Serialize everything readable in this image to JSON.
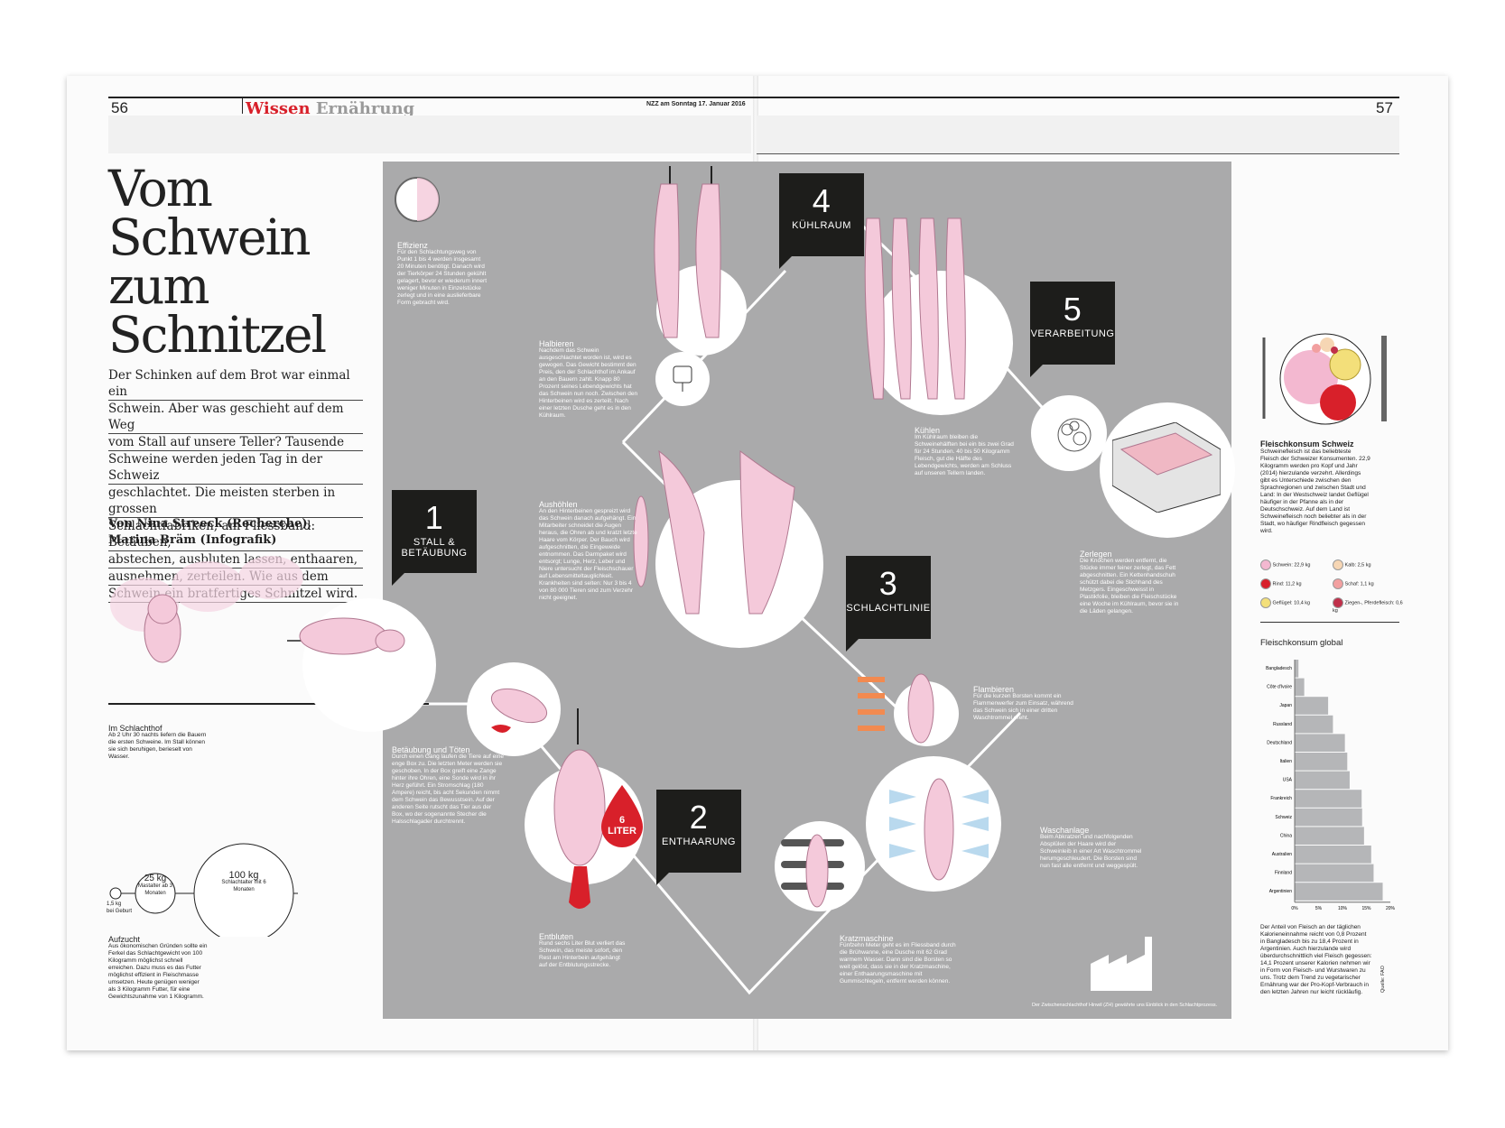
{
  "header": {
    "page_left": "56",
    "page_right": "57",
    "kicker_section": "Wissen",
    "kicker_topic": "Ernährung",
    "issue": "NZZ am Sonntag 17. Januar 2016"
  },
  "article": {
    "title": "Vom Schwein zum Schnitzel",
    "lead_lines": [
      "Der Schinken auf dem Brot war einmal ein",
      "Schwein. Aber was geschieht auf dem Weg",
      "vom Stall auf unsere Teller? Tausende",
      "Schweine werden jeden Tag in der Schweiz",
      "geschlachtet. Die meisten sterben in grossen",
      "Schlachtfabriken, am Fliessband: Betäuben,",
      "abstechen, ausbluten lassen, enthaaren,",
      "ausnehmen, zerteilen. Wie aus dem",
      "Schwein ein bratfertiges Schnitzel wird."
    ],
    "byline_1": "Von Nina Streeck (Recherche),",
    "byline_2": "Marina Bräm (Infografik)"
  },
  "steps": [
    {
      "num": "1",
      "label": "STALL &\nBETÄUBUNG"
    },
    {
      "num": "2",
      "label": "ENTHAARUNG"
    },
    {
      "num": "3",
      "label": "SCHLACHTLINIE"
    },
    {
      "num": "4",
      "label": "KÜHLRAUM"
    },
    {
      "num": "5",
      "label": "VERARBEITUNG"
    }
  ],
  "blood_badge": {
    "amount": "6",
    "unit": "LITER"
  },
  "captions": {
    "effizienz_h": "Effizienz",
    "effizienz_t": "Für den Schlachtungsweg von Punkt 1 bis 4 werden insgesamt 20 Minuten benötigt. Danach wird der Tierkörper 24 Stunden gekühlt gelagert, bevor er wiederum innert weniger Minuten in Einzelstücke zerlegt und in eine auslieferbare Form gebracht wird.",
    "halbieren_h": "Halbieren",
    "halbieren_t": "Nachdem das Schwein ausgeschlachtet worden ist, wird es gewogen. Das Gewicht bestimmt den Preis, den der Schlachthof im Ankauf an den Bauern zahlt. Knapp 80 Prozent seines Lebendgewichts hat das Schwein nun noch. Zwischen den Hinterbeinen wird es zerteilt. Nach einer letzten Dusche geht es in den Kühlraum.",
    "aushoehlen_h": "Aushöhlen",
    "aushoehlen_t": "An den Hinterbeinen gespreizt wird das Schwein danach aufgehängt. Ein Mitarbeiter schneidet die Augen heraus, die Ohren ab und kratzt letzte Haare vom Körper. Der Bauch wird aufgeschnitten, die Eingeweide entnommen. Das Darmpaket wird entsorgt; Lunge, Herz, Leber und Niere untersucht der Fleischschauer auf Lebensmitteltauglichkeit. Krankheiten sind selten: Nur 3 bis 4 von 80 000 Tieren sind zum Verzehr nicht geeignet.",
    "kuehlen_h": "Kühlen",
    "kuehlen_t": "Im Kühlraum bleiben die Schweinehälften bei ein bis zwei Grad für 24 Stunden. 40 bis 50 Kilogramm Fleisch, gut die Hälfte des Lebendgewichts, werden am Schluss auf unseren Tellern landen.",
    "zerlegen_h": "Zerlegen",
    "zerlegen_t": "Die Knochen werden entfernt, die Stücke immer feiner zerlegt, das Fett abgeschnitten. Ein Kettenhandschuh schützt dabei die Stichhand des Metzgers. Eingeschweisst in Plastikfolie, bleiben die Fleischstücke eine Woche im Kühlraum, bevor sie in die Läden gelangen.",
    "flambieren_h": "Flambieren",
    "flambieren_t": "Für die kurzen Borsten kommt ein Flammenwerfer zum Einsatz, während das Schwein sich in einer dritten Waschtrommel dreht.",
    "waschanlage_h": "Waschanlage",
    "waschanlage_t": "Beim Abkratzen und nachfolgenden Absplülen der Haare wird der Schweinleib in einer Art Waschtrommel herumgeschleudert. Die Borsten sind nun fast alle entfernt und weggespült.",
    "kratz_h": "Kratzmaschine",
    "kratz_t": "Fünfzehn Meter geht es im Fliessband durch die Brühwanne, eine Dusche mit 62 Grad warmem Wasser. Dann sind die Borsten so weit gelöst, dass sie in der Kratzmaschine, einer Enthaarungsmaschine mit Gummischlegeln, entfernt werden können.",
    "entbluten_h": "Entbluten",
    "entbluten_t": "Rund sechs Liter Blut verliert das Schwein, das meiste sofort, den Rest am Hinterbein aufgehängt auf der Entblutungsstrecke.",
    "betaeubung_h": "Betäubung und Töten",
    "betaeubung_t": "Durch einen Gang laufen die Tiere auf eine enge Box zu. Die letzten Meter werden sie geschoben. In der Box greift eine Zange hinter ihre Ohren, eine Sonde wird in ihr Herz geführt. Ein Stromschlag (180 Ampere) reicht, bis acht Sekunden nimmt dem Schwein das Bewusstsein. Auf der anderen Seite rutscht das Tier aus der Box, wo der sogenannte Stecher die Halsschlagader durchtrennt.",
    "schlachthof_h": "Im Schlachthof",
    "schlachthof_t": "Ab 2 Uhr 30 nachts liefern die Bauern die ersten Schweine. Im Stall können sie sich beruhigen, berieselt von Wasser.",
    "aufzucht_h": "Aufzucht",
    "aufzucht_t": "Aus ökonomischen Gründen sollte ein Ferkel das Schlachtgewicht von 100 Kilogramm möglichst schnell erreichen. Dazu muss es das Futter möglichst effizient in Fleischmasse umsetzen. Heute genügen weniger als 3 Kilogramm Futter, für eine Gewichtszunahme von 1 Kilogramm.",
    "footnote": "Der Zwischenschlachthof Hinwil (ZH) gewährte uns Einblick in den Schlachtprozess."
  },
  "weights": {
    "w1": "1,5 kg",
    "w1_t": "bei Geburt",
    "w2": "25 kg",
    "w2_t": "Mastalter ab 3 Monaten",
    "w3": "100 kg",
    "w3_t": "Schlachtalter mit 6 Monaten"
  },
  "consumption_ch": {
    "title": "Fleischkonsum Schweiz",
    "text": "Schweinefleisch ist das beliebteste Fleisch der Schweizer Konsumenten. 22,9 Kilogramm werden pro Kopf und Jahr (2014) hierzulande verzehrt. Allerdings gibt es Unterschiede zwischen den Sprachregionen und zwischen Stadt und Land: In der Westschweiz landet Geflügel häufiger in der Pfanne als in der Deutschschweiz. Auf dem Land ist Schweinefleisch noch beliebter als in der Stadt, wo häufiger Rindfleisch gegessen wird.",
    "legend": [
      {
        "label": "Schwein: 22,9 kg",
        "color": "#f3b8d0"
      },
      {
        "label": "Kalb: 2,5 kg",
        "color": "#f6d6b4"
      },
      {
        "label": "Rind: 11,2 kg",
        "color": "#d8202a"
      },
      {
        "label": "Schaf: 1,1 kg",
        "color": "#f2a0a0"
      },
      {
        "label": "Geflügel: 10,4 kg",
        "color": "#f3df7a"
      },
      {
        "label": "Ziegen-, Pferdefleisch: 0,6 kg",
        "color": "#c0304a"
      }
    ]
  },
  "chart_data": {
    "type": "bar",
    "title": "Fleischkonsum global",
    "categories": [
      "Bangladesch",
      "Côte d'Ivoire",
      "Japan",
      "Russland",
      "Deutschland",
      "Italien",
      "USA",
      "Frankreich",
      "Schweiz",
      "China",
      "Australien",
      "Finnland",
      "Argentinien"
    ],
    "values": [
      0.8,
      2.0,
      7.0,
      8.0,
      10.5,
      11.0,
      11.5,
      14.0,
      14.1,
      14.5,
      16.0,
      16.5,
      18.4
    ],
    "xticks": [
      "0%",
      "5%",
      "10%",
      "15%",
      "20%"
    ],
    "xlim": [
      0,
      20
    ],
    "orientation": "horizontal"
  },
  "global_text": "Der Anteil von Fleisch an der täglichen Kalorieneinnahme reicht von 0,8 Prozent in Bangladesch bis zu 18,4 Prozent in Argentinien. Auch hierzulande wird überdurchschnittlich viel Fleisch gegessen: 14,1 Prozent unserer Kalorien nehmen wir in Form von Fleisch- und Wurstwaren zu uns. Trotz dem Trend zu vegetarischer Ernährung war der Pro-Kopf-Verbrauch in den letzten Jahren nur leicht rückläufig.",
  "source": "Quelle: FAO",
  "colors": {
    "panel": "#aaaaab",
    "pig": "#f4c9da",
    "accent": "#d8202a",
    "box": "#1d1d1b"
  }
}
